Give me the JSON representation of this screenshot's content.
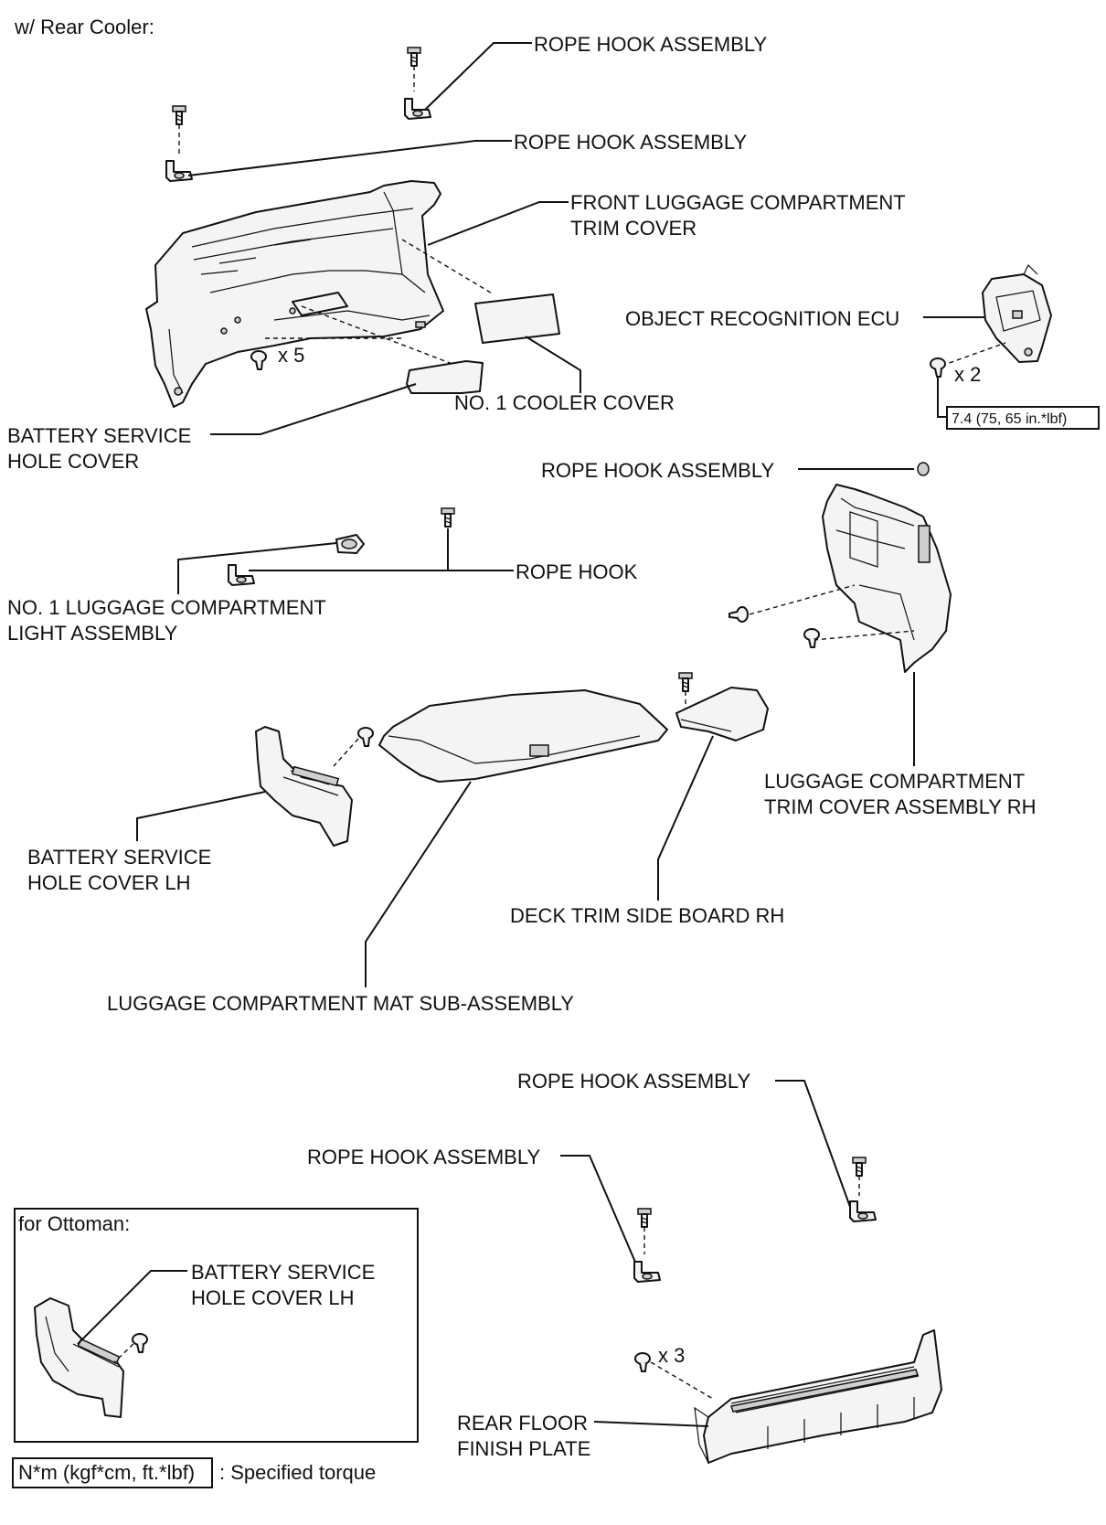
{
  "header": {
    "title": "w/ Rear Cooler:"
  },
  "labels": {
    "rope_hook_1": "ROPE HOOK ASSEMBLY",
    "rope_hook_2": "ROPE HOOK ASSEMBLY",
    "front_trim_cover_line1": "FRONT LUGGAGE COMPARTMENT",
    "front_trim_cover_line2": "TRIM COVER",
    "object_ecu": "OBJECT RECOGNITION ECU",
    "ecu_qty": "x 2",
    "ecu_torque": "7.4 (75, 65 in.*lbf)",
    "clip_qty": "x 5",
    "cooler_cover": "NO. 1 COOLER COVER",
    "battery_cover_line1": "BATTERY SERVICE",
    "battery_cover_line2": "HOLE COVER",
    "rope_hook_3": "ROPE HOOK ASSEMBLY",
    "rope_hook_plain": "ROPE HOOK",
    "light_line1": "NO. 1 LUGGAGE COMPARTMENT",
    "light_line2": "LIGHT ASSEMBLY",
    "trim_rh_line1": "LUGGAGE COMPARTMENT",
    "trim_rh_line2": "TRIM COVER ASSEMBLY RH",
    "battery_lh_line1": "BATTERY SERVICE",
    "battery_lh_line2": "HOLE COVER LH",
    "deck_board": "DECK TRIM SIDE BOARD RH",
    "mat": "LUGGAGE COMPARTMENT MAT SUB-ASSEMBLY",
    "rope_hook_4": "ROPE HOOK ASSEMBLY",
    "rope_hook_5": "ROPE HOOK ASSEMBLY",
    "plate_qty": "x 3",
    "rear_plate_line1": "REAR FLOOR",
    "rear_plate_line2": "FINISH PLATE"
  },
  "inset": {
    "title": "for Ottoman:",
    "battery_lh_line1": "BATTERY SERVICE",
    "battery_lh_line2": "HOLE COVER LH"
  },
  "legend": {
    "torque_box": "N*m (kgf*cm, ft.*lbf)",
    "torque_desc": ": Specified torque"
  }
}
